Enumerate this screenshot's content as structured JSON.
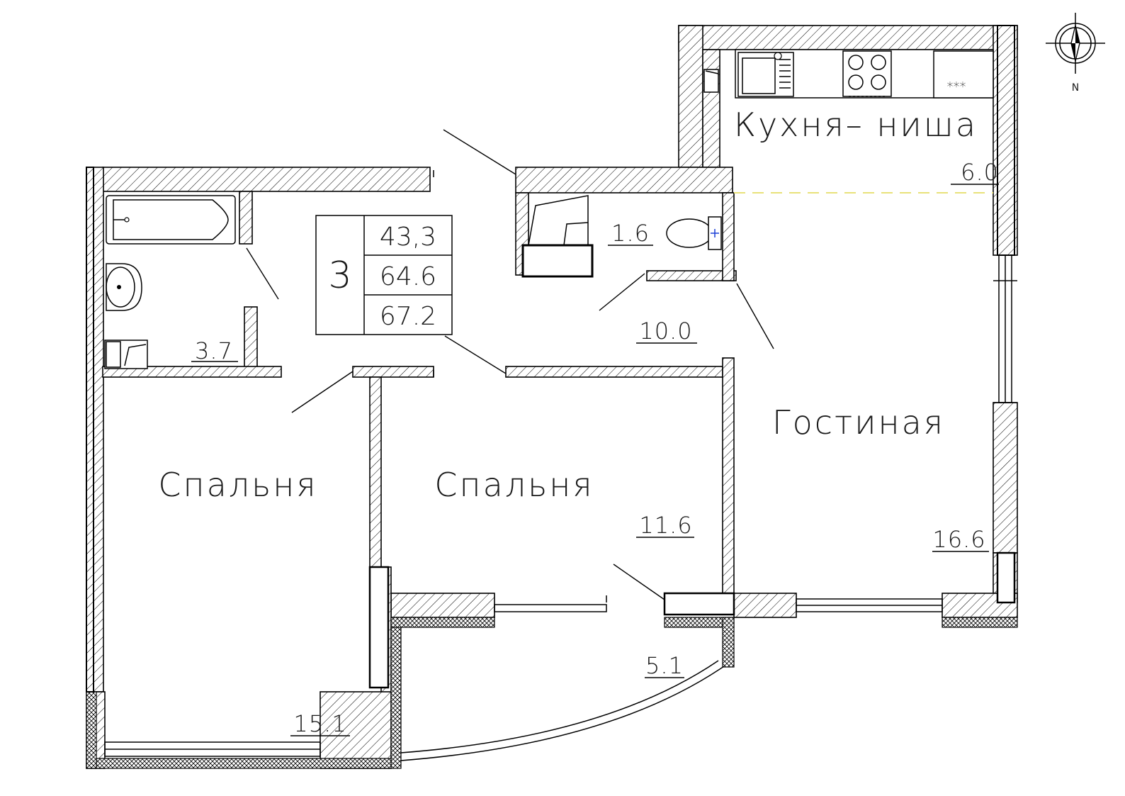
{
  "apartment": {
    "rooms_count": "3",
    "area_living": "43,3",
    "area_total": "64.6",
    "area_total_with_balcony": "67.2"
  },
  "rooms": [
    {
      "id": "kitchen",
      "name": "Кухня– ниша",
      "area": "6.0"
    },
    {
      "id": "bathroom",
      "name": "",
      "area": "3.7"
    },
    {
      "id": "wc",
      "name": "",
      "area": "1.6"
    },
    {
      "id": "hall",
      "name": "",
      "area": "10.0"
    },
    {
      "id": "living",
      "name": "Гостиная",
      "area": "16.6"
    },
    {
      "id": "bedroom-1",
      "name": "Спальня",
      "area": "15.1"
    },
    {
      "id": "bedroom-2",
      "name": "Спальня",
      "area": "11.6"
    },
    {
      "id": "balcony",
      "name": "",
      "area": "5.1"
    }
  ],
  "compass": {
    "label": "N",
    "icon": "compass-icon"
  },
  "fixtures": {
    "icons": [
      "bathtub-icon",
      "washbasin-icon",
      "washing-machine-icon",
      "toilet-icon",
      "kitchen-sink-icon",
      "stove-icon",
      "fridge-icon"
    ],
    "fridge_marks": "***"
  },
  "colors": {
    "walls": "#000000",
    "kitchen_zone_line": "#e8e27a",
    "background": "#ffffff"
  }
}
